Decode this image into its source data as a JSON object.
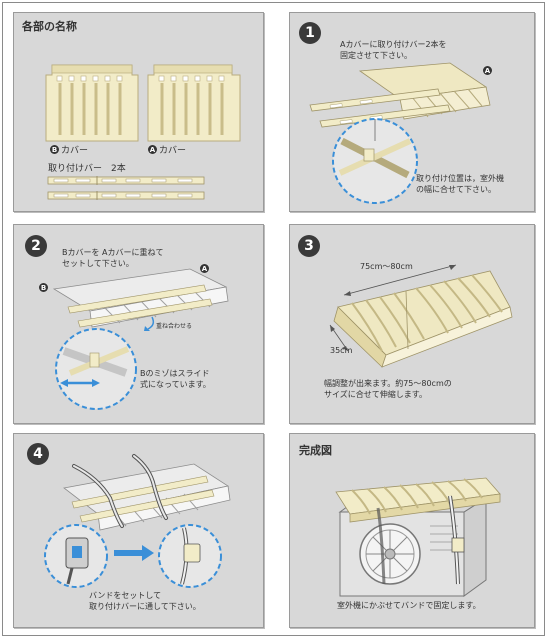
{
  "parts": {
    "title": "各部の名称",
    "cover_b_letter": "B",
    "cover_b_label": "カバー",
    "cover_a_letter": "A",
    "cover_a_label": "カバー",
    "bars_label": "取り付けバー　2本"
  },
  "step1": {
    "number": "1",
    "instruction": "Aカバーに取り付けバー2本を\n固定させて下さい。",
    "badge": "A",
    "note": "取り付け位置は，室外機\nの幅に合せて下さい。"
  },
  "step2": {
    "number": "2",
    "instruction": "Bカバーを Aカバーに重ねて\nセットして下さい。",
    "badge_a": "A",
    "badge_b": "B",
    "arrow_note": "重ね合わせる",
    "note": "Bのミゾはスライド\n式になっています。"
  },
  "step3": {
    "number": "3",
    "width_label": "75cm～80cm",
    "depth_label": "35cm",
    "note": "幅調整が出来ます。約75～80cmの\nサイズに合せて伸縮します。"
  },
  "step4": {
    "number": "4",
    "note": "バンドをセットして\n取り付けバーに通して下さい。"
  },
  "done": {
    "title": "完成図",
    "note": "室外機にかぶせてバンドで固定します。"
  },
  "colors": {
    "panel_bg": "#d8d8d8",
    "cream": "#f2ecc8",
    "cream_shadow": "#d9cf9e",
    "highlight_blue": "#3a8fd8",
    "badge_dark": "#333333"
  }
}
